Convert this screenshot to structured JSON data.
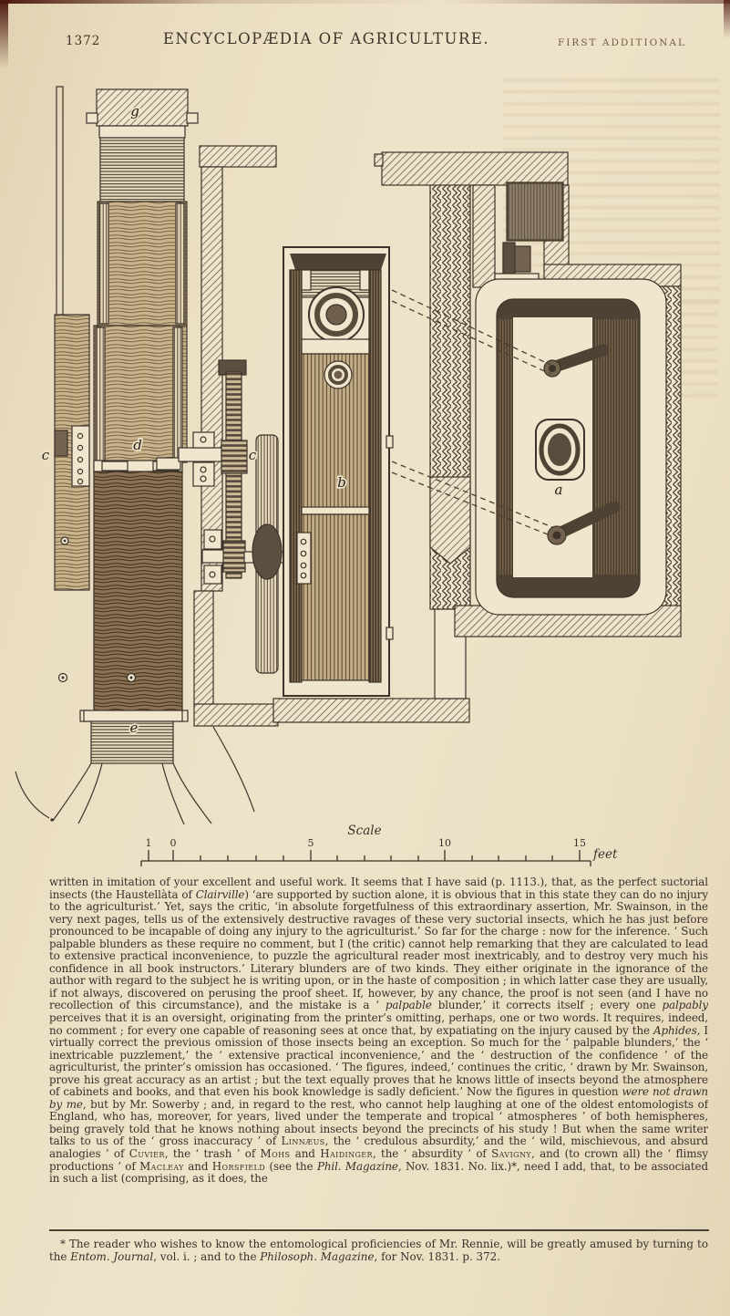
{
  "header": {
    "page_number": "1372",
    "title": "ENCYCLOPÆDIA OF AGRICULTURE.",
    "edition": "FIRST ADDITIONAL"
  },
  "figure": {
    "labels": {
      "g": "g",
      "c_left": "c",
      "d": "d",
      "c_mid": "c",
      "b": "b",
      "a": "a",
      "e": "e"
    }
  },
  "scale_bar": {
    "title": "Scale",
    "ticks": [
      "1",
      "0",
      "5",
      "10",
      "15"
    ],
    "unit": "feet"
  },
  "body": {
    "segments": [
      {
        "s": "n",
        "t": "written in imitation of your excellent and useful work.  It seems that I have said (p. 1113.), that, as the perfect suctorial insects (the Haustellàta of "
      },
      {
        "s": "i",
        "t": "Clairville"
      },
      {
        "s": "n",
        "t": ") ‘are supported by suction alone, it is obvious that in this state they can do no injury to the agriculturist.’  Yet, says the critic, ‘in absolute forgetfulness of this extraordinary assertion, Mr. Swainson, in the very next pages, tells us of the extensively destructive ravages of these very suctorial insects, which he has just before pronounced to be incapable of doing any injury to the agriculturist.’  So far for the charge : now for the inference.  ‘ Such palpable blunders as these require no comment, but I (the critic) cannot help remarking that they are calculated to lead to extensive practical inconvenience, to puzzle the agricultural reader most inextricably, and to destroy very much his confidence in all book instructors.’  Literary blunders are of two kinds.  They either originate in the ignorance of the author with regard to the subject he is writing upon, or in the haste of composition ; in which latter case they are usually, if not always, discovered on perusing the proof sheet.  If, however, by any chance, the proof is not seen (and I have no recollection of this circumstance), and the mistake is a ‘ "
      },
      {
        "s": "i",
        "t": "palpable"
      },
      {
        "s": "n",
        "t": " blunder,’ it corrects itself ; every one "
      },
      {
        "s": "i",
        "t": "palpably"
      },
      {
        "s": "n",
        "t": " perceives that it is an oversight, originating from the printer’s omitting, perhaps, one or two words.  It requires, indeed, no comment ; for every one capable of reasoning sees at once that, by expatiating on the injury caused by the "
      },
      {
        "s": "i",
        "t": "Aphides"
      },
      {
        "s": "n",
        "t": ", I virtually correct the previous omission of those insects being an exception.  So much for the ‘ palpable blunders,’ the ‘ inextricable puzzlement,’ the ‘ extensive practical inconvenience,’ and the ‘ destruction of the confidence ’ of the agriculturist, the printer’s omission has occasioned.  ‘ The figures, indeed,’ continues the critic, ‘ drawn by Mr. Swainson, prove his great accuracy as an artist ; but the text equally proves that he knows little of insects beyond the atmosphere of cabinets and books, and that even his book knowledge is sadly deficient.’  Now the figures in question "
      },
      {
        "s": "i",
        "t": "were not drawn by me"
      },
      {
        "s": "n",
        "t": ", but by Mr. Sowerby ; and, in regard to the rest, who cannot help laughing at one of the oldest entomologists of England, who has, moreover, for years, lived under the temperate and tropical ‘ atmospheres ’ of both hemispheres, being gravely told that he knows nothing about insects beyond the precincts of his study !  But when the same writer talks to us of the ‘ gross inaccuracy ’ of "
      },
      {
        "s": "sc",
        "t": "Linnæus"
      },
      {
        "s": "n",
        "t": ", the ‘ credulous absurdity,’ and the ‘ wild, mischievous, and absurd analogies ’ of "
      },
      {
        "s": "sc",
        "t": "Cuvier"
      },
      {
        "s": "n",
        "t": ", the ‘ trash ’ of "
      },
      {
        "s": "sc",
        "t": "Mohs"
      },
      {
        "s": "n",
        "t": " and "
      },
      {
        "s": "sc",
        "t": "Haidinger"
      },
      {
        "s": "n",
        "t": ", the ‘ absurdity ’ of "
      },
      {
        "s": "sc",
        "t": "Savigny"
      },
      {
        "s": "n",
        "t": ", and (to crown all) the ‘ flimsy productions ’ of "
      },
      {
        "s": "sc",
        "t": "Macleay"
      },
      {
        "s": "n",
        "t": " and "
      },
      {
        "s": "sc",
        "t": "Horsfield"
      },
      {
        "s": "n",
        "t": " (see the "
      },
      {
        "s": "i",
        "t": "Phil. Magazine"
      },
      {
        "s": "n",
        "t": ", Nov. 1831. No. lix.)*, need I add, that, to be associated in such a list (comprising, as it does, the"
      }
    ]
  },
  "footnote": {
    "segments": [
      {
        "s": "n",
        "t": "* The reader who wishes to know the entomological proficiencies of Mr. Rennie, will be greatly amused by turning to the "
      },
      {
        "s": "i",
        "t": "Entom. Journal"
      },
      {
        "s": "n",
        "t": ", vol. i. ;  and to the "
      },
      {
        "s": "i",
        "t": "Philosoph. Magazine"
      },
      {
        "s": "n",
        "t": ", for Nov. 1831. p. 372."
      }
    ]
  }
}
